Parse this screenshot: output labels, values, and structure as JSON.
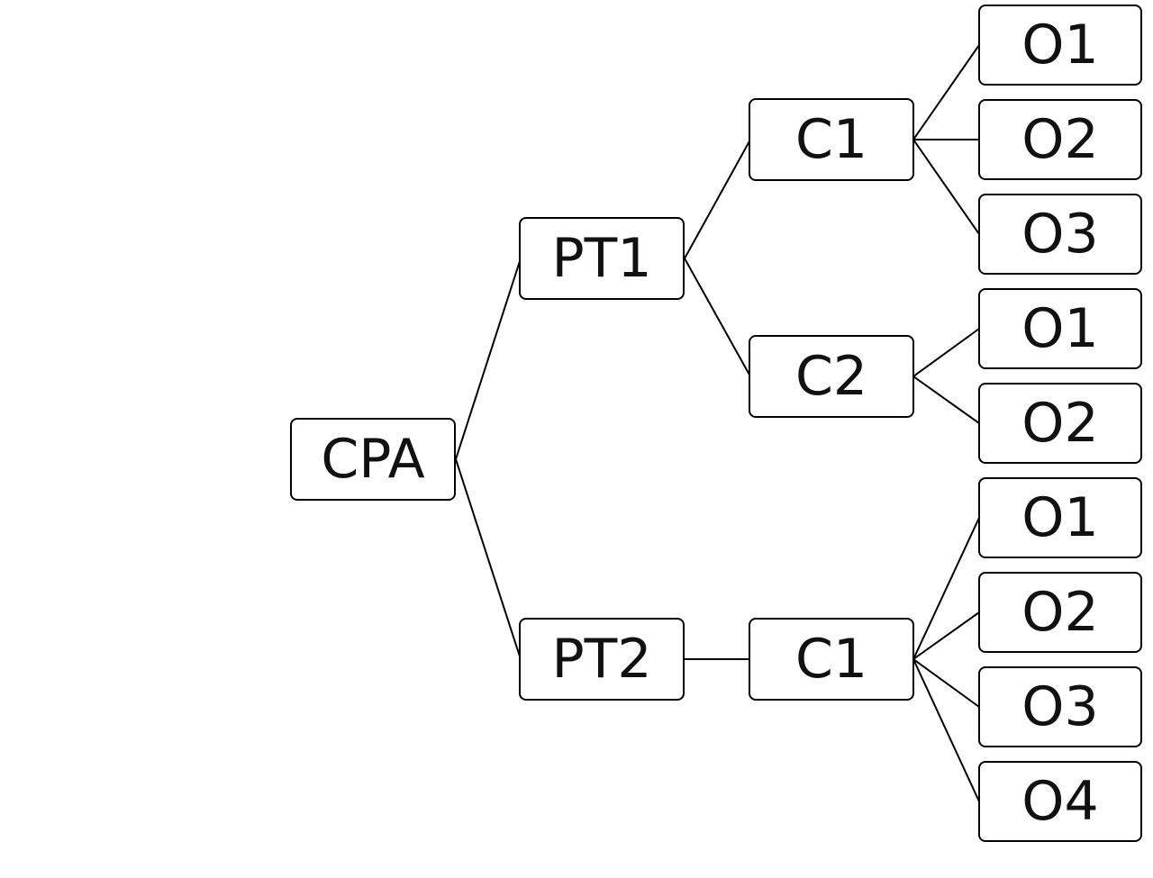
{
  "tree": {
    "root": {
      "label": "CPA",
      "children": [
        {
          "label": "PT1",
          "children": [
            {
              "label": "C1",
              "children": [
                {
                  "label": "O1"
                },
                {
                  "label": "O2"
                },
                {
                  "label": "O3"
                }
              ]
            },
            {
              "label": "C2",
              "children": [
                {
                  "label": "O1"
                },
                {
                  "label": "O2"
                }
              ]
            }
          ]
        },
        {
          "label": "PT2",
          "children": [
            {
              "label": "C1",
              "children": [
                {
                  "label": "O1"
                },
                {
                  "label": "O2"
                },
                {
                  "label": "O3"
                },
                {
                  "label": "O4"
                }
              ]
            }
          ]
        }
      ]
    }
  }
}
